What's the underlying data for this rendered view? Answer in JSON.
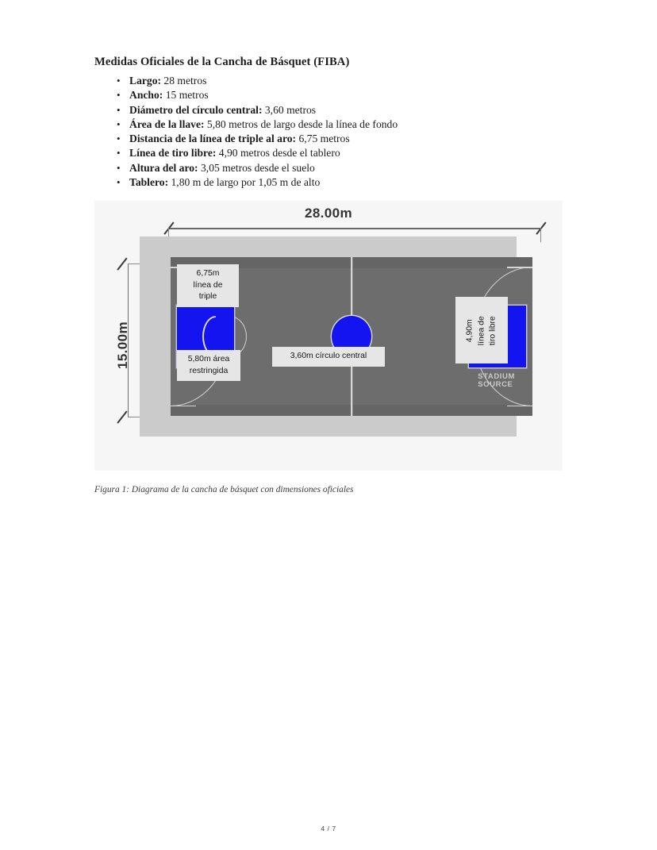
{
  "document": {
    "heading": "Medidas Oficiales de la Cancha de Básquet (FIBA)",
    "specs": [
      {
        "term": "Largo:",
        "value": " 28 metros"
      },
      {
        "term": "Ancho:",
        "value": " 15 metros"
      },
      {
        "term": "Diámetro del círculo central:",
        "value": " 3,60 metros"
      },
      {
        "term": "Área de la llave:",
        "value": " 5,80 metros de largo desde la línea de fondo"
      },
      {
        "term": "Distancia de la línea de triple al aro:",
        "value": " 6,75 metros"
      },
      {
        "term": "Línea de tiro libre:",
        "value": " 4,90 metros desde el tablero"
      },
      {
        "term": "Altura del aro:",
        "value": " 3,05 metros desde el suelo"
      },
      {
        "term": "Tablero:",
        "value": " 1,80 m de largo por 1,05 m de alto"
      }
    ],
    "caption": "Figura 1: Diagrama de la cancha de básquet con dimensiones oficiales",
    "footer": "4 / 7"
  },
  "diagram": {
    "dimension_width": "28.00m",
    "dimension_height": "15.00m",
    "labels": {
      "three_point": "6,75m\nlínea de\ntriple",
      "restricted_area": "5,80m área\nrestringida",
      "center_circle": "3,60m círculo central",
      "free_throw": "4,90m\nlínea de\ntiro libre"
    },
    "watermark": "STADIUM\nSOURCE",
    "colors": {
      "court_surface": "#6d6d6d",
      "apron": "#cbcbcb",
      "paint_blue": "#1414f0",
      "markings": "#d8d8d8",
      "label_box": "#e6e6e6",
      "image_background": "#f6f6f7"
    }
  }
}
